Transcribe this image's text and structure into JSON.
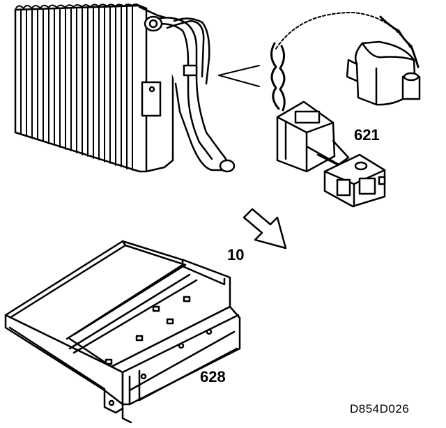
{
  "figure": {
    "reference_code": "D854D026",
    "callouts": {
      "part_621": "621",
      "step_10": "10",
      "part_628": "628"
    }
  },
  "colors": {
    "ink": "#000000",
    "paper": "#ffffff"
  },
  "icons": {
    "evaporator": "evaporator-core-icon",
    "sensor": "temperature-sensor-icon",
    "arrow": "hollow-arrow-icon",
    "module": "control-module-icon"
  }
}
